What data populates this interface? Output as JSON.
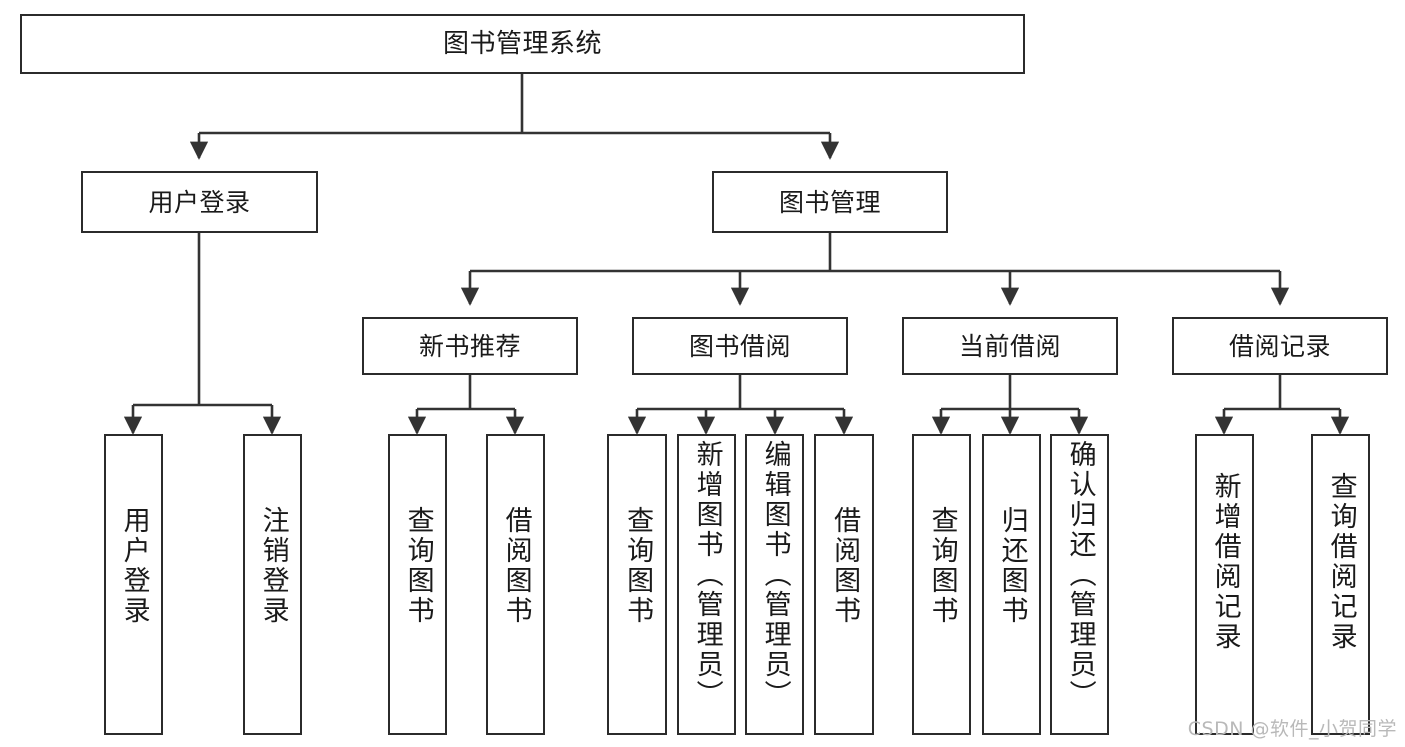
{
  "diagram": {
    "type": "tree",
    "title": "图书管理系统",
    "watermark": "CSDN @软件_小贺同学",
    "colors": {
      "box_border": "#2b2b2b",
      "box_fill": "#ffffff",
      "edge": "#333333",
      "text": "#1a1a1a",
      "watermark": "#b9b9b9"
    },
    "nodes": {
      "root": {
        "label": "图书管理系统"
      },
      "level1": [
        {
          "id": "login",
          "label": "用户登录"
        },
        {
          "id": "bookmgmt",
          "label": "图书管理"
        }
      ],
      "level2": [
        {
          "id": "newbook",
          "label": "新书推荐",
          "parent": "bookmgmt"
        },
        {
          "id": "borrow",
          "label": "图书借阅",
          "parent": "bookmgmt"
        },
        {
          "id": "current",
          "label": "当前借阅",
          "parent": "bookmgmt"
        },
        {
          "id": "record",
          "label": "借阅记录",
          "parent": "bookmgmt"
        }
      ],
      "leaves": [
        {
          "id": "l1",
          "label": "用户登录",
          "parent": "login"
        },
        {
          "id": "l2",
          "label": "注销登录",
          "parent": "login"
        },
        {
          "id": "l3",
          "label": "查询图书",
          "parent": "newbook"
        },
        {
          "id": "l4",
          "label": "借阅图书",
          "parent": "newbook"
        },
        {
          "id": "l5",
          "label": "查询图书",
          "parent": "borrow"
        },
        {
          "id": "l6",
          "label": "新增图书（管理员）",
          "parent": "borrow"
        },
        {
          "id": "l7",
          "label": "编辑图书（管理员）",
          "parent": "borrow"
        },
        {
          "id": "l8",
          "label": "借阅图书",
          "parent": "borrow"
        },
        {
          "id": "l9",
          "label": "查询图书",
          "parent": "current"
        },
        {
          "id": "l10",
          "label": "归还图书",
          "parent": "current"
        },
        {
          "id": "l11",
          "label": "确认归还（管理员）",
          "parent": "current"
        },
        {
          "id": "l12",
          "label": "新增借阅记录",
          "parent": "record"
        },
        {
          "id": "l13",
          "label": "查询借阅记录",
          "parent": "record"
        }
      ]
    }
  }
}
